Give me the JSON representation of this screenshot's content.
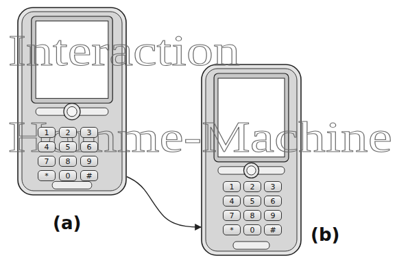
{
  "diagram": {
    "nodes": [
      {
        "text": [
          "(a)"
        ]
      },
      {
        "text": [
          "1"
        ],
        "in": 0
      },
      {
        "text": [
          "2"
        ],
        "in": 0
      },
      {
        "text": [
          "3"
        ],
        "in": 0
      },
      {
        "text": [
          "4"
        ],
        "in": 0
      },
      {
        "text": [
          "5"
        ],
        "in": 0
      },
      {
        "text": [
          "6"
        ],
        "in": 0
      },
      {
        "text": [
          "7"
        ],
        "in": 0
      },
      {
        "text": [
          "8"
        ],
        "in": 0
      },
      {
        "text": [
          "9"
        ],
        "in": 0
      },
      {
        "text": [
          "*"
        ],
        "in": 0
      },
      {
        "text": [
          "0"
        ],
        "in": 0
      },
      {
        "text": [
          "#"
        ],
        "in": 0
      },
      {
        "text": [
          "(b)"
        ]
      },
      {
        "text": [
          "1"
        ],
        "in": 13
      },
      {
        "text": [
          "2"
        ],
        "in": 13
      },
      {
        "text": [
          "3"
        ],
        "in": 13
      },
      {
        "text": [
          "4"
        ],
        "in": 13
      },
      {
        "text": [
          "5"
        ],
        "in": 13
      },
      {
        "text": [
          "6"
        ],
        "in": 13
      },
      {
        "text": [
          "7"
        ],
        "in": 13
      },
      {
        "text": [
          "8"
        ],
        "in": 13
      },
      {
        "text": [
          "9"
        ],
        "in": 13
      },
      {
        "text": [
          "*"
        ],
        "in": 13
      },
      {
        "text": [
          "0"
        ],
        "in": 13
      },
      {
        "text": [
          "#"
        ],
        "in": 13
      }
    ],
    "edges": [
      {
        "from": 0,
        "to": 13,
        "arrow": "to"
      }
    ],
    "labels": [
      "Interaction",
      "Homme-Machine"
    ]
  }
}
